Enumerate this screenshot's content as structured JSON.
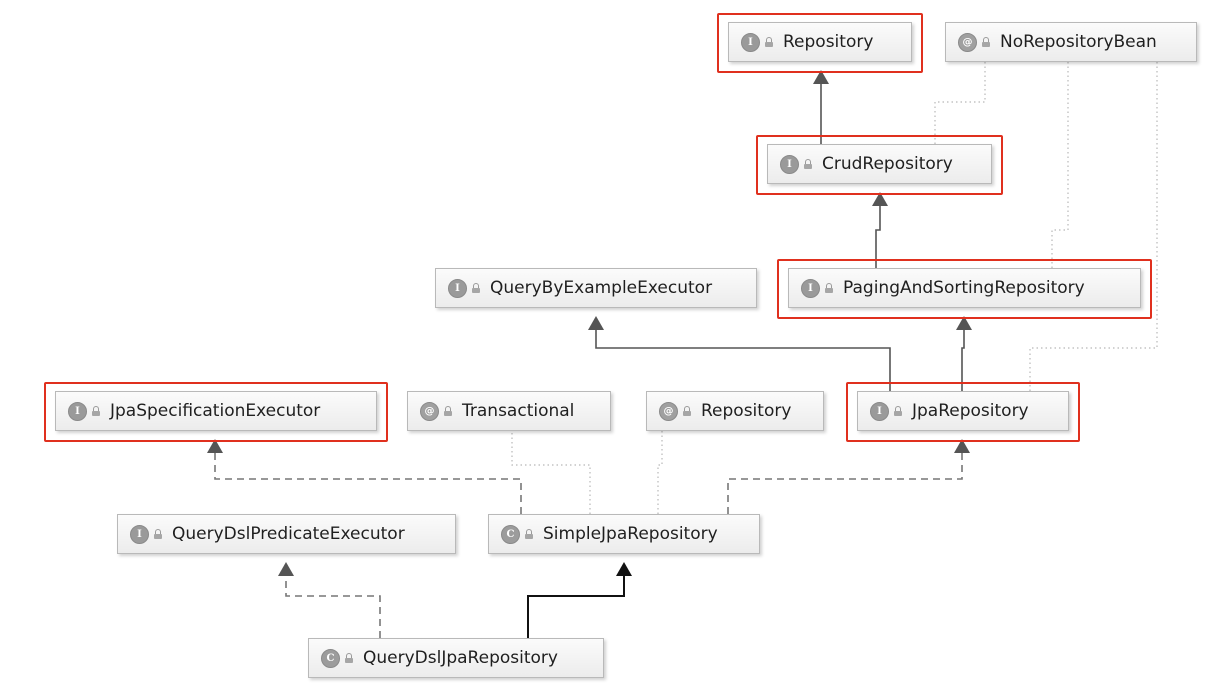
{
  "diagram": {
    "nodes": [
      {
        "id": "repository_iface",
        "name": "Repository",
        "kind": "interface",
        "kind_symbol": "I",
        "highlighted": true
      },
      {
        "id": "norepositorybean",
        "name": "NoRepositoryBean",
        "kind": "annotation",
        "kind_symbol": "@",
        "highlighted": false
      },
      {
        "id": "crudrepository",
        "name": "CrudRepository",
        "kind": "interface",
        "kind_symbol": "I",
        "highlighted": true
      },
      {
        "id": "querybyexampleexecutor",
        "name": "QueryByExampleExecutor",
        "kind": "interface",
        "kind_symbol": "I",
        "highlighted": false
      },
      {
        "id": "pagingandsortingrepository",
        "name": "PagingAndSortingRepository",
        "kind": "interface",
        "kind_symbol": "I",
        "highlighted": true
      },
      {
        "id": "jpaspecificationexecutor",
        "name": "JpaSpecificationExecutor",
        "kind": "interface",
        "kind_symbol": "I",
        "highlighted": true
      },
      {
        "id": "transactional",
        "name": "Transactional",
        "kind": "annotation",
        "kind_symbol": "@",
        "highlighted": false
      },
      {
        "id": "repository_ann",
        "name": "Repository",
        "kind": "annotation",
        "kind_symbol": "@",
        "highlighted": false
      },
      {
        "id": "jparepository",
        "name": "JpaRepository",
        "kind": "interface",
        "kind_symbol": "I",
        "highlighted": true
      },
      {
        "id": "querydslpredicateexecutor",
        "name": "QueryDslPredicateExecutor",
        "kind": "interface",
        "kind_symbol": "I",
        "highlighted": false
      },
      {
        "id": "simplejparepository",
        "name": "SimpleJpaRepository",
        "kind": "class",
        "kind_symbol": "C",
        "highlighted": false
      },
      {
        "id": "querydsljparepository",
        "name": "QueryDslJpaRepository",
        "kind": "class",
        "kind_symbol": "C",
        "highlighted": false
      }
    ],
    "edges": [
      {
        "from": "crudrepository",
        "to": "repository_iface",
        "type": "extends"
      },
      {
        "from": "pagingandsortingrepository",
        "to": "crudrepository",
        "type": "extends"
      },
      {
        "from": "jparepository",
        "to": "querybyexampleexecutor",
        "type": "extends"
      },
      {
        "from": "jparepository",
        "to": "pagingandsortingrepository",
        "type": "extends"
      },
      {
        "from": "simplejparepository",
        "to": "jpaspecificationexecutor",
        "type": "implements"
      },
      {
        "from": "simplejparepository",
        "to": "jparepository",
        "type": "implements"
      },
      {
        "from": "simplejparepository",
        "to": "transactional",
        "type": "annotated"
      },
      {
        "from": "simplejparepository",
        "to": "repository_ann",
        "type": "annotated"
      },
      {
        "from": "crudrepository",
        "to": "norepositorybean",
        "type": "annotated"
      },
      {
        "from": "pagingandsortingrepository",
        "to": "norepositorybean",
        "type": "annotated"
      },
      {
        "from": "jparepository",
        "to": "norepositorybean",
        "type": "annotated"
      },
      {
        "from": "querydsljparepository",
        "to": "querydslpredicateexecutor",
        "type": "implements"
      },
      {
        "from": "querydsljparepository",
        "to": "simplejparepository",
        "type": "extends"
      }
    ],
    "colors": {
      "highlight": "#e0301e",
      "extends_line": "#555555",
      "implements_line": "#777777",
      "annotation_line": "#b8b8b8",
      "class_extends_line": "#111111"
    }
  }
}
